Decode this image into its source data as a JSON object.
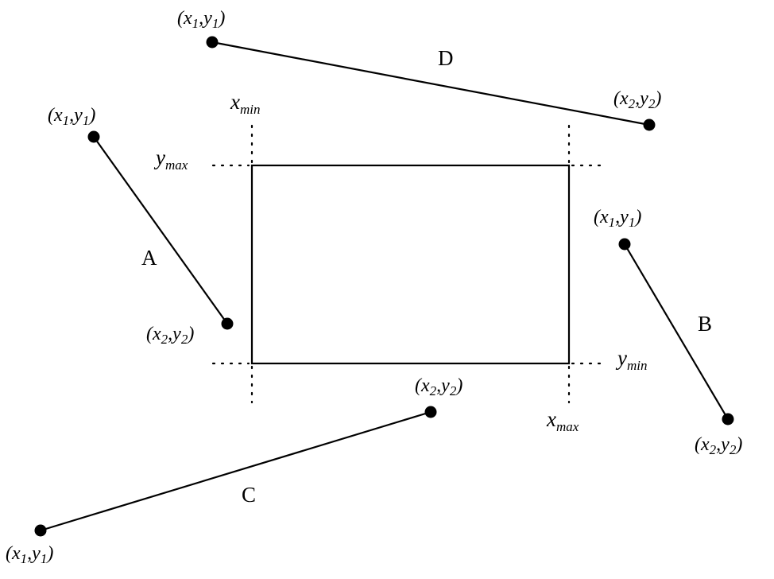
{
  "boundary": {
    "xmin": {
      "var": "x",
      "sub": "min"
    },
    "xmax": {
      "var": "x",
      "sub": "max"
    },
    "ymin": {
      "var": "y",
      "sub": "min"
    },
    "ymax": {
      "var": "y",
      "sub": "max"
    }
  },
  "segments": [
    {
      "name": "A",
      "p1": {
        "a": "x",
        "as": "1",
        "b": "y",
        "bs": "1"
      },
      "p2": {
        "a": "x",
        "as": "2",
        "b": "y",
        "bs": "2"
      }
    },
    {
      "name": "B",
      "p1": {
        "a": "x",
        "as": "1",
        "b": "y",
        "bs": "1"
      },
      "p2": {
        "a": "x",
        "as": "2",
        "b": "y",
        "bs": "2"
      }
    },
    {
      "name": "C",
      "p1": {
        "a": "x",
        "as": "1",
        "b": "y",
        "bs": "1"
      },
      "p2": {
        "a": "x",
        "as": "2",
        "b": "y",
        "bs": "2"
      }
    },
    {
      "name": "D",
      "p1": {
        "a": "x",
        "as": "1",
        "b": "y",
        "bs": "1"
      },
      "p2": {
        "a": "x",
        "as": "2",
        "b": "y",
        "bs": "2"
      }
    }
  ],
  "punctuation": {
    "open": "(",
    "comma": ",",
    "close": ")"
  }
}
